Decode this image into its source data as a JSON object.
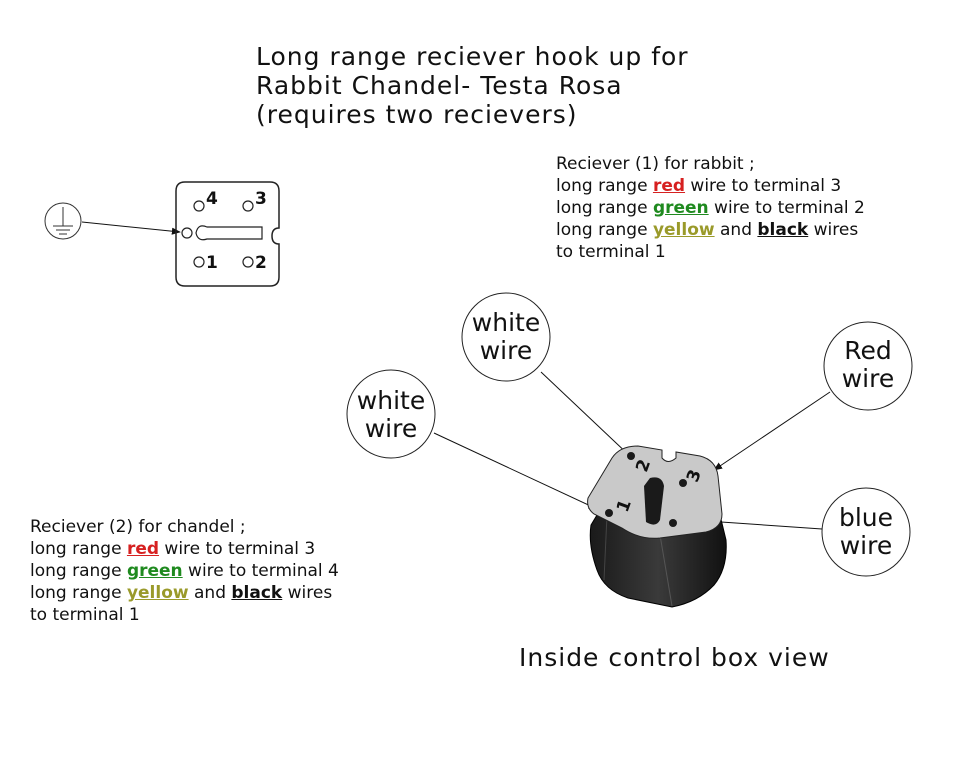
{
  "title": {
    "line1": "Long range reciever hook up for",
    "line2": "Rabbit Chandel- Testa Rosa",
    "line3": "(requires two recievers)"
  },
  "receiver1": {
    "heading": "Reciever (1) for rabbit ;",
    "red_pre": "long range ",
    "red_kw": "red",
    "red_post": " wire to terminal 3",
    "green_pre": "long range ",
    "green_kw": "green",
    "green_post": " wire to terminal 2",
    "yb_pre": "long range ",
    "yellow_kw": "yellow",
    "and": " and ",
    "black_kw": "black",
    "yb_post": " wires",
    "last": "to terminal 1"
  },
  "receiver2": {
    "heading": "Reciever (2) for chandel ;",
    "red_pre": "long range ",
    "red_kw": "red",
    "red_post": " wire to terminal 3",
    "green_pre": "long range ",
    "green_kw": "green",
    "green_post": " wire to terminal 4",
    "yb_pre": "long range ",
    "yellow_kw": "yellow",
    "and": " and ",
    "black_kw": "black",
    "yb_post": " wires",
    "last": "to terminal 1"
  },
  "terminals": {
    "t1": "1",
    "t2": "2",
    "t3": "3",
    "t4": "4"
  },
  "callouts": {
    "white_top_1": "white",
    "white_top_2": "wire",
    "white_left_1": "white",
    "white_left_2": "wire",
    "red_1": "Red",
    "red_2": "wire",
    "blue_1": "blue",
    "blue_2": "wire"
  },
  "caption": "Inside control box view",
  "colors": {
    "red": "#d62020",
    "green": "#1f8a1f",
    "yellow": "#9a9a2a",
    "black": "#111111"
  }
}
